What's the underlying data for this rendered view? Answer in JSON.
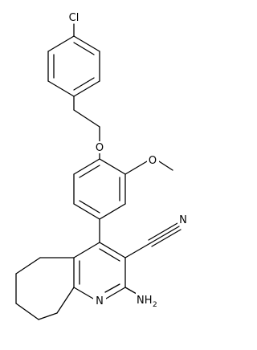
{
  "atoms": {
    "chlorine": "Cl",
    "ether_oxygen": "O",
    "methoxy_oxygen": "O",
    "nitrile_nitrogen": "N",
    "pyridine_nitrogen": "N",
    "amino": "NH",
    "amino_subscript": "2"
  },
  "colors": {
    "bond": "#000000",
    "text": "#000000",
    "background": "#ffffff"
  }
}
